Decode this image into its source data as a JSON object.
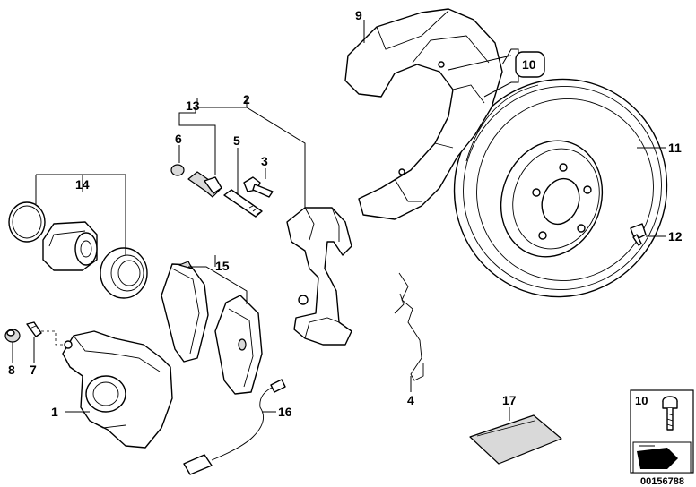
{
  "callouts": {
    "c1": "1",
    "c2": "2",
    "c3": "3",
    "c4": "4",
    "c5": "5",
    "c6": "6",
    "c7": "7",
    "c8": "8",
    "c9": "9",
    "c10": "10",
    "c11": "11",
    "c12": "12",
    "c13": "13",
    "c14": "14",
    "c15": "15",
    "c16": "16",
    "c17": "17"
  },
  "inset": {
    "label": "10"
  },
  "drawing_code": "00156788"
}
